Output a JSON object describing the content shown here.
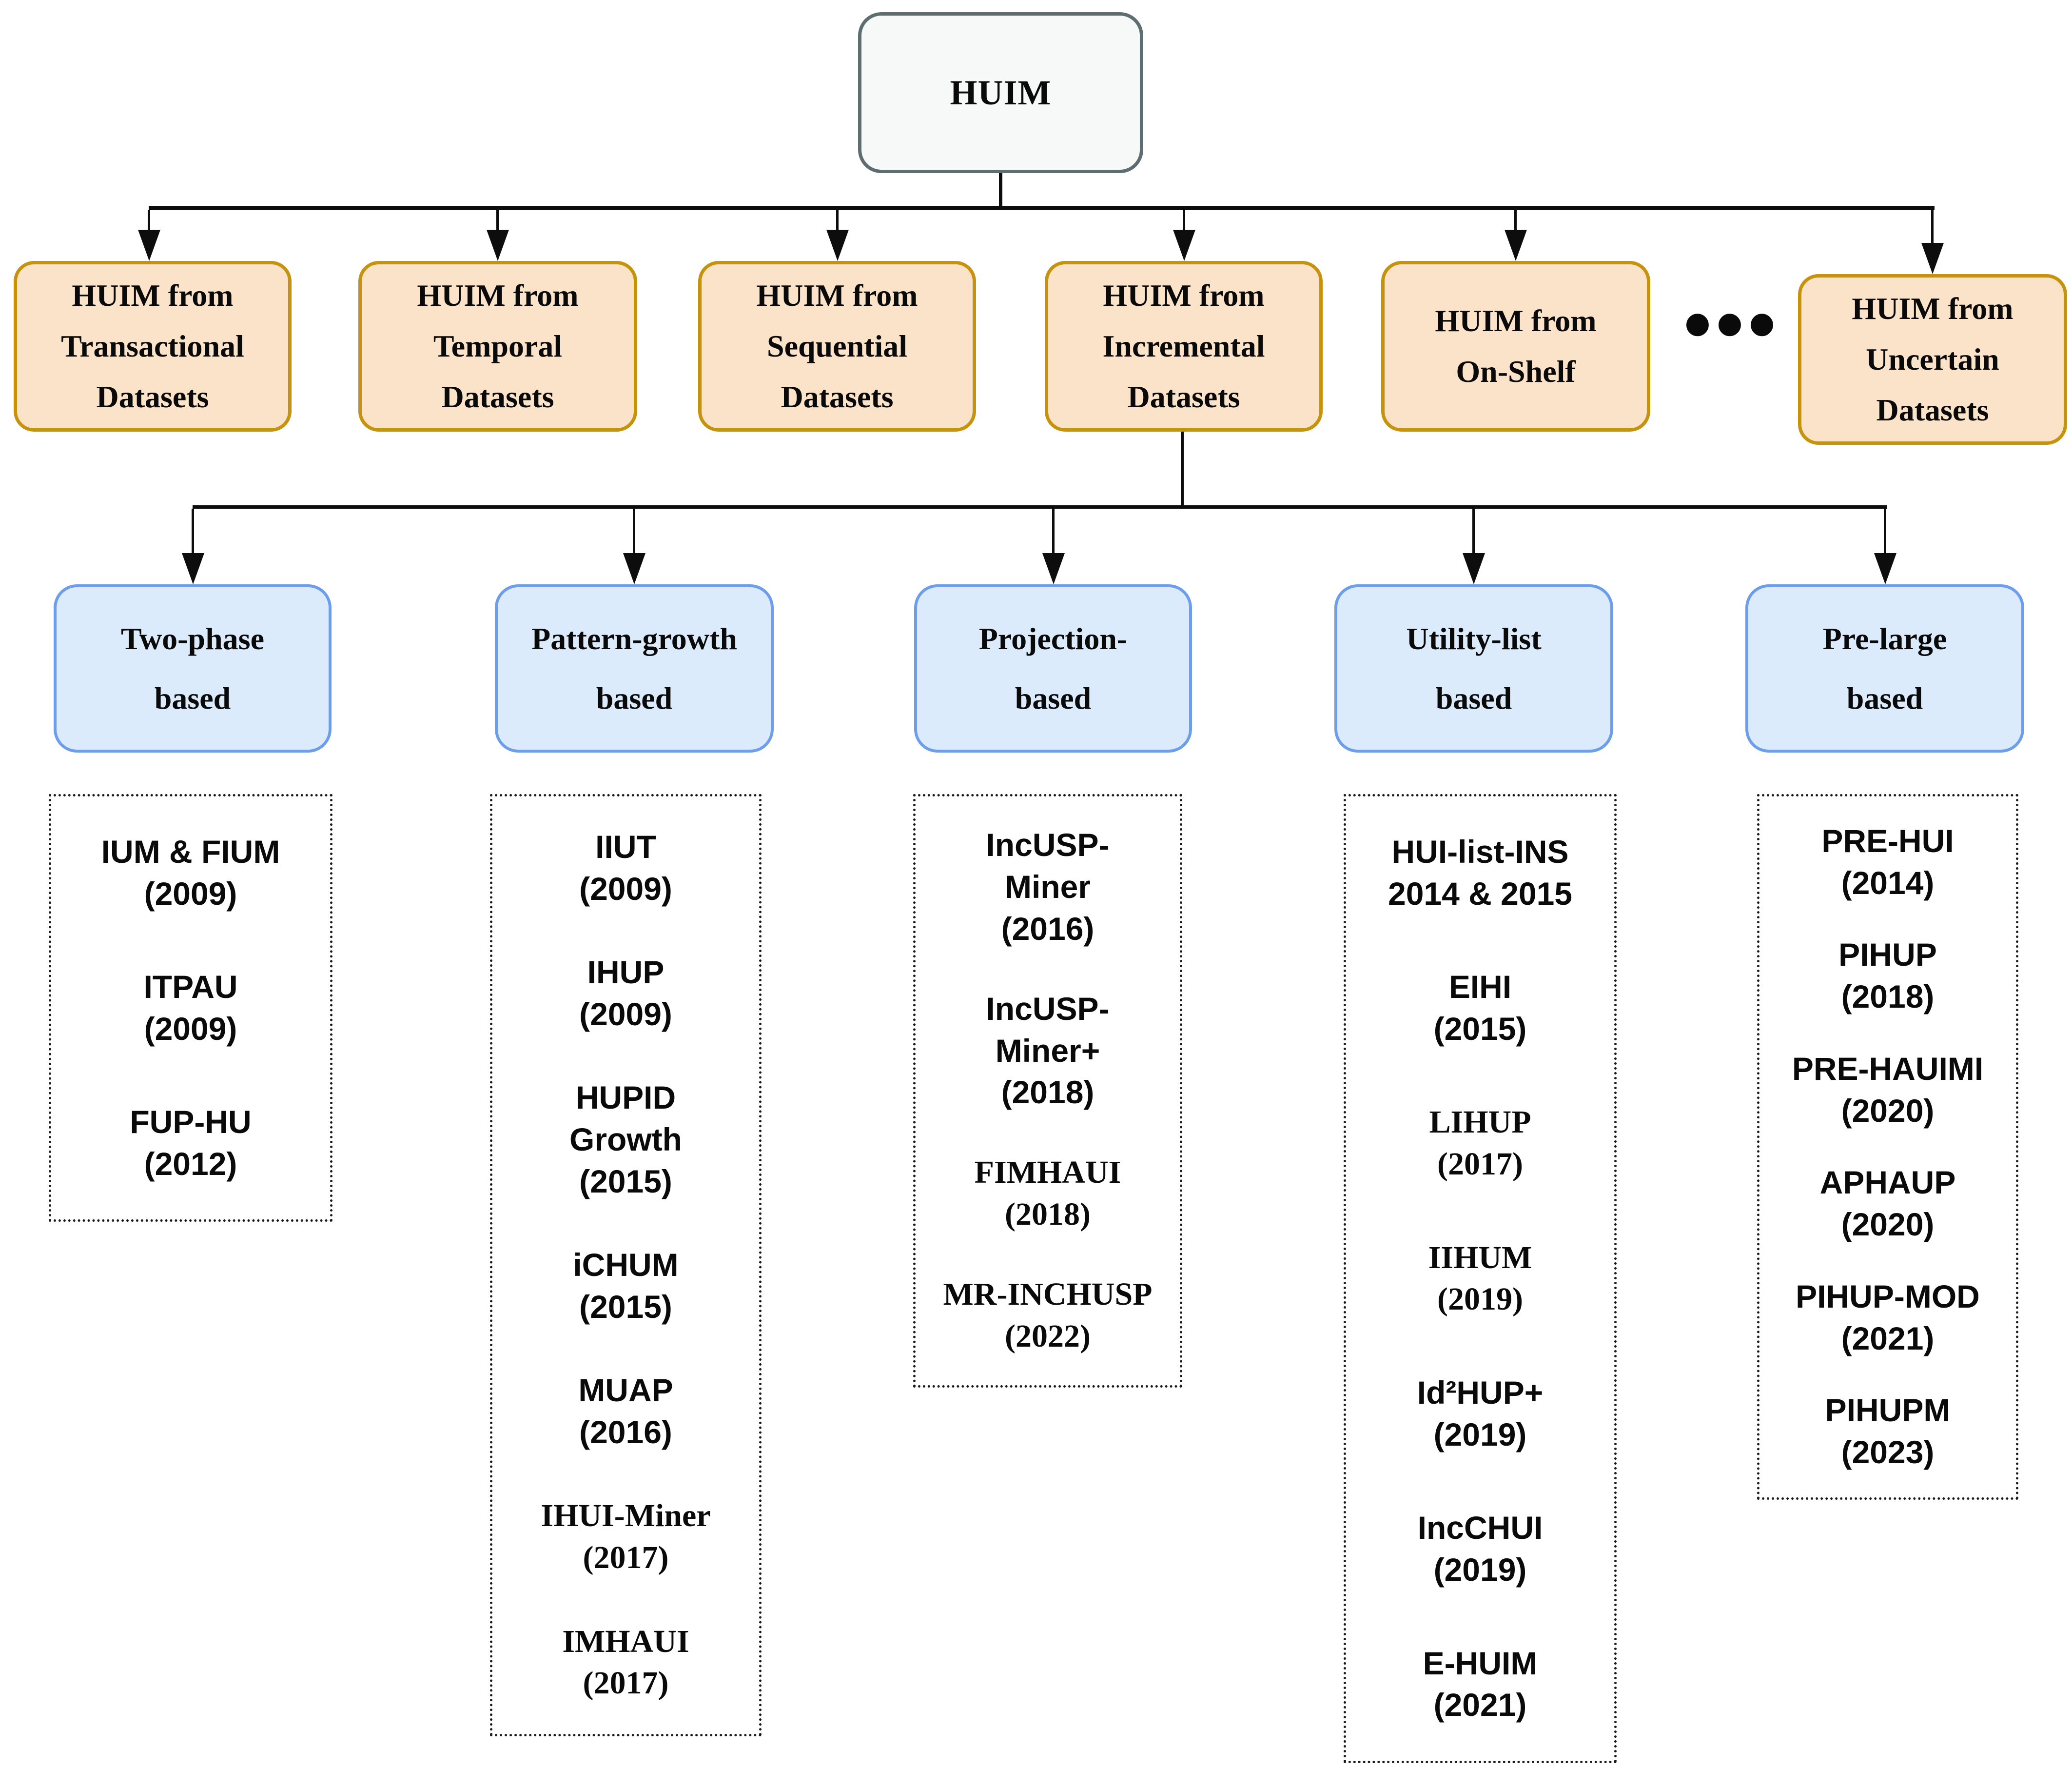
{
  "root": {
    "label": "HUIM"
  },
  "level2": {
    "fill_color": "#fbe3c9",
    "border_color": "#c6930e",
    "more_indicator": "•••",
    "boxes": [
      {
        "label": "HUIM from\nTransactional\nDatasets"
      },
      {
        "label": "HUIM from\nTemporal\nDatasets"
      },
      {
        "label": "HUIM from\nSequential\nDatasets"
      },
      {
        "label": "HUIM from\nIncremental\nDatasets"
      },
      {
        "label": "HUIM from\nOn-Shelf"
      },
      {
        "label": "HUIM from\nUncertain\nDatasets"
      }
    ]
  },
  "level3": {
    "fill_color": "#dcebfb",
    "border_color": "#6d9eeb",
    "boxes": [
      {
        "label": "Two-phase\nbased"
      },
      {
        "label": "Pattern-growth\nbased"
      },
      {
        "label": "Projection-\nbased"
      },
      {
        "label": "Utility-list\nbased"
      },
      {
        "label": "Pre-large\nbased"
      }
    ]
  },
  "lists": {
    "columns": [
      {
        "category": "two-phase-based",
        "items": [
          {
            "text": "IUM & FIUM\n(2009)",
            "font": "sans"
          },
          {
            "text": "ITPAU\n(2009)",
            "font": "sans"
          },
          {
            "text": "FUP-HU\n(2012)",
            "font": "sans"
          }
        ]
      },
      {
        "category": "pattern-growth-based",
        "items": [
          {
            "text": "IIUT\n(2009)",
            "font": "sans"
          },
          {
            "text": "IHUP\n(2009)",
            "font": "sans"
          },
          {
            "text": "HUPID\nGrowth\n(2015)",
            "font": "sans"
          },
          {
            "text": "iCHUM\n(2015)",
            "font": "sans"
          },
          {
            "text": "MUAP\n(2016)",
            "font": "sans"
          },
          {
            "text": "IHUI-Miner\n(2017)",
            "font": "serif"
          },
          {
            "text": "IMHAUI\n(2017)",
            "font": "serif"
          }
        ]
      },
      {
        "category": "projection-based",
        "items": [
          {
            "text": "IncUSP-\nMiner\n(2016)",
            "font": "sans"
          },
          {
            "text": "IncUSP-\nMiner+\n(2018)",
            "font": "sans"
          },
          {
            "text": "FIMHAUI\n(2018)",
            "font": "serif"
          },
          {
            "text": "MR-INCHUSP\n(2022)",
            "font": "serif"
          }
        ]
      },
      {
        "category": "utility-list-based",
        "items": [
          {
            "text": "HUI-list-INS\n2014 & 2015",
            "font": "sans"
          },
          {
            "text": "EIHI\n(2015)",
            "font": "sans"
          },
          {
            "text": "LIHUP\n(2017)",
            "font": "serif"
          },
          {
            "text": "IIHUM\n(2019)",
            "font": "serif"
          },
          {
            "text": "Id²HUP+\n(2019)",
            "font": "sans"
          },
          {
            "text": "IncCHUI\n(2019)",
            "font": "sans"
          },
          {
            "text": "E-HUIM\n(2021)",
            "font": "sans"
          }
        ]
      },
      {
        "category": "pre-large-based",
        "items": [
          {
            "text": "PRE-HUI\n(2014)",
            "font": "sans"
          },
          {
            "text": "PIHUP\n(2018)",
            "font": "sans"
          },
          {
            "text": "PRE-HAUIMI\n(2020)",
            "font": "sans"
          },
          {
            "text": "APHAUP\n(2020)",
            "font": "sans"
          },
          {
            "text": "PIHUP-MOD\n(2021)",
            "font": "sans"
          },
          {
            "text": "PIHUPM\n(2023)",
            "font": "sans"
          }
        ]
      }
    ]
  }
}
